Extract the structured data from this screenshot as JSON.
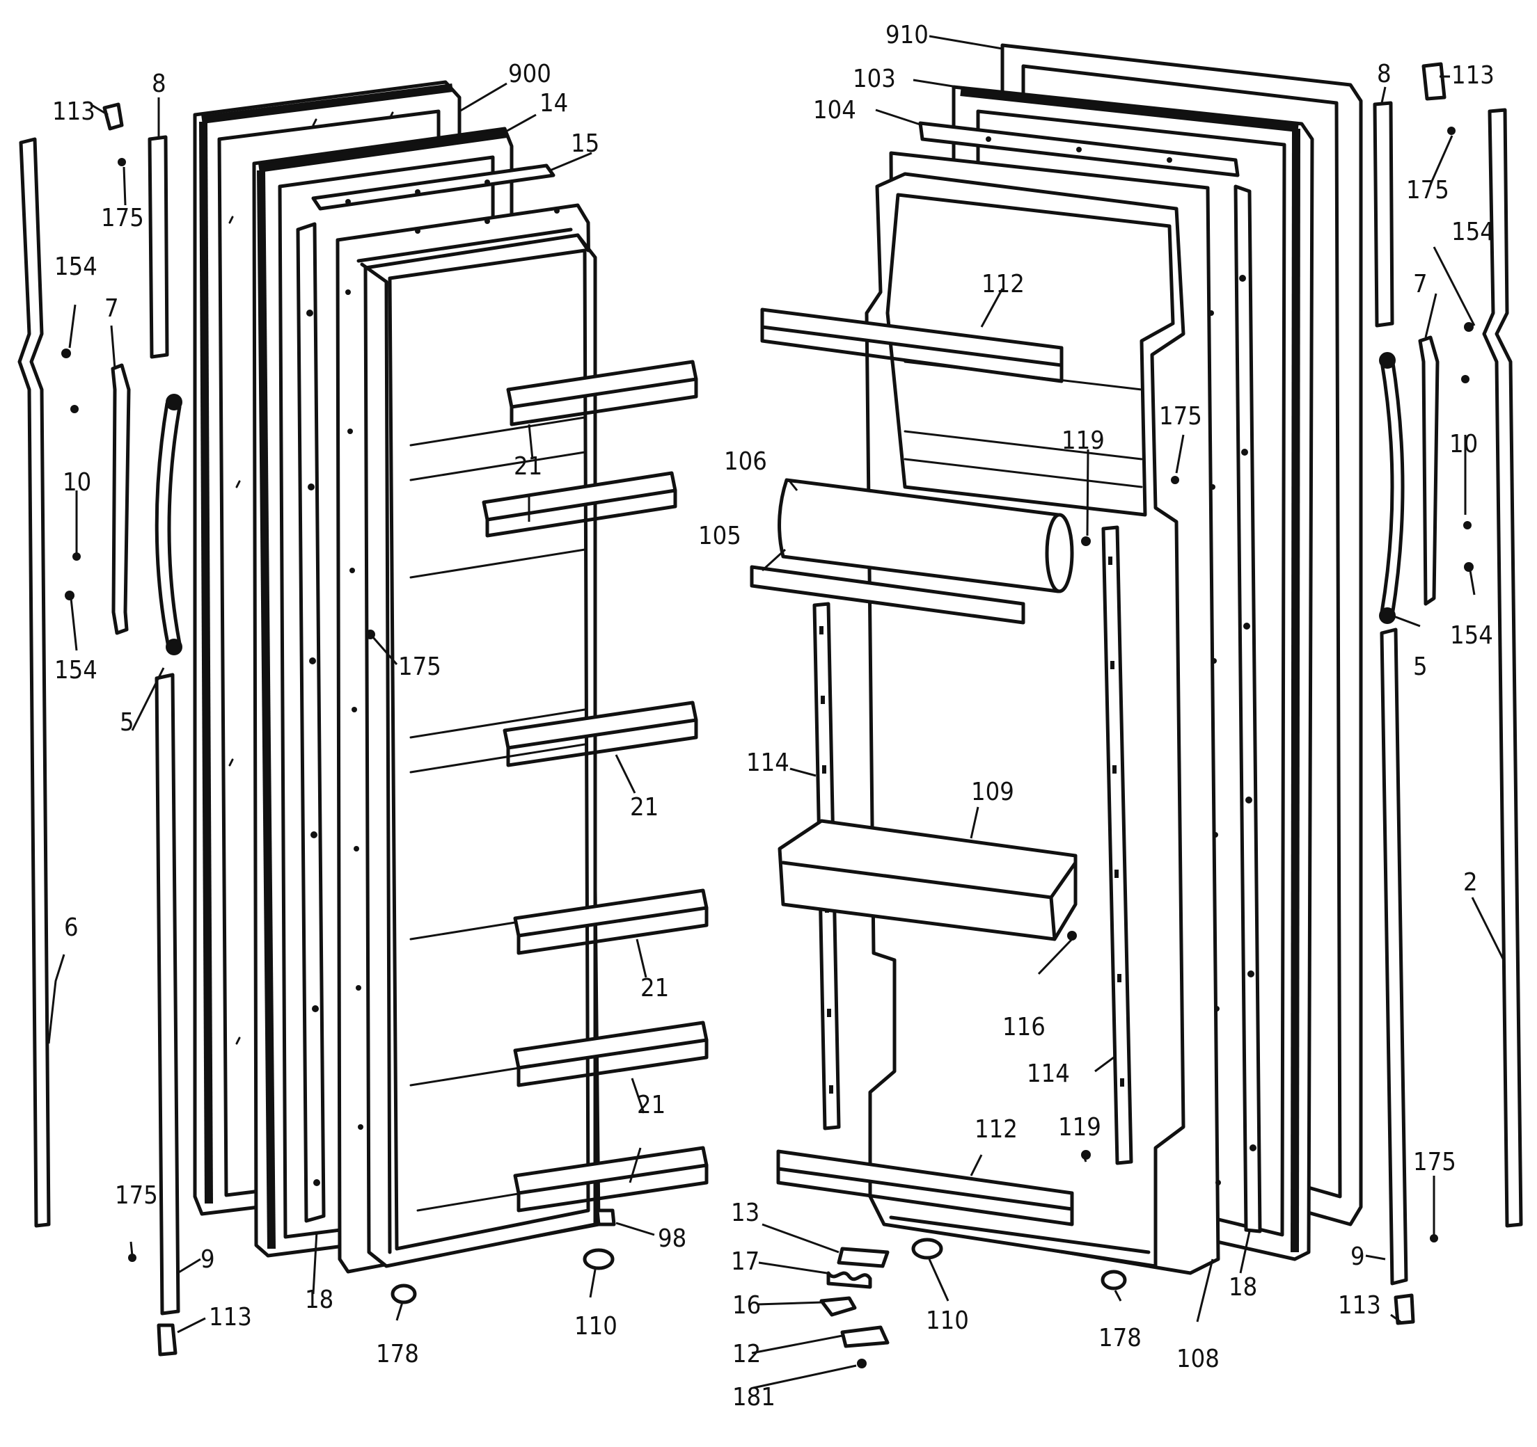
{
  "diagram": {
    "labels": {
      "l900": "900",
      "l14": "14",
      "l15": "15",
      "l113_tl": "113",
      "l8_l": "8",
      "l175_l1": "175",
      "l154_l1": "154",
      "l7_l": "7",
      "l10_l": "10",
      "l154_l2": "154",
      "l5_l": "5",
      "l6": "6",
      "l175_l2": "175",
      "l9_l": "9",
      "l113_bl": "113",
      "l18_l": "18",
      "l178_l": "178",
      "l175_mid": "175",
      "l21_a": "21",
      "l21_b": "21",
      "l21_c": "21",
      "l21_d": "21",
      "l98": "98",
      "l110_l": "110",
      "l910": "910",
      "l103": "103",
      "l104": "104",
      "l112_t": "112",
      "l106": "106",
      "l105": "105",
      "l119_t": "119",
      "l175_r_mid": "175",
      "l114_l": "114",
      "l109": "109",
      "l116": "116",
      "l114_r": "114",
      "l112_b": "112",
      "l119_b": "119",
      "l13": "13",
      "l17": "17",
      "l16": "16",
      "l12": "12",
      "l181": "181",
      "l110_r": "110",
      "l178_r": "178",
      "l108": "108",
      "l18_r": "18",
      "l8_r": "8",
      "l113_tr": "113",
      "l175_r1": "175",
      "l154_r1": "154",
      "l7_r": "7",
      "l10_r": "10",
      "l154_r2": "154",
      "l5_r": "5",
      "l2": "2",
      "l175_r2": "175",
      "l9_r": "9",
      "l113_br": "113"
    }
  }
}
